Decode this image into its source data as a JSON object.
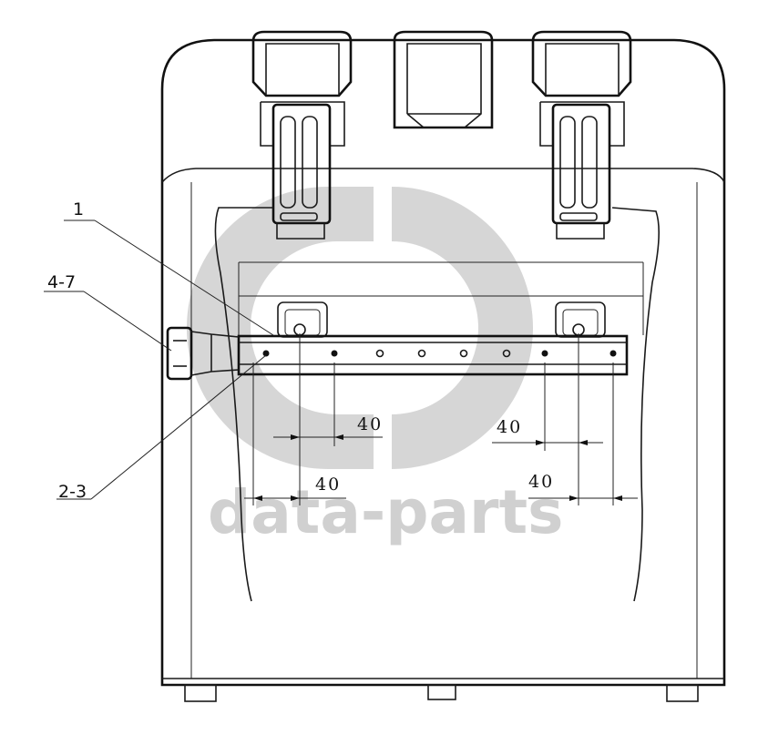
{
  "callouts": {
    "c1": "1",
    "c47": "4-7",
    "c23": "2-3"
  },
  "dimensions": {
    "d_left_upper": "40",
    "d_left_lower": "40",
    "d_right_upper": "40",
    "d_right_lower": "40"
  },
  "watermark": {
    "text": "data-parts"
  }
}
